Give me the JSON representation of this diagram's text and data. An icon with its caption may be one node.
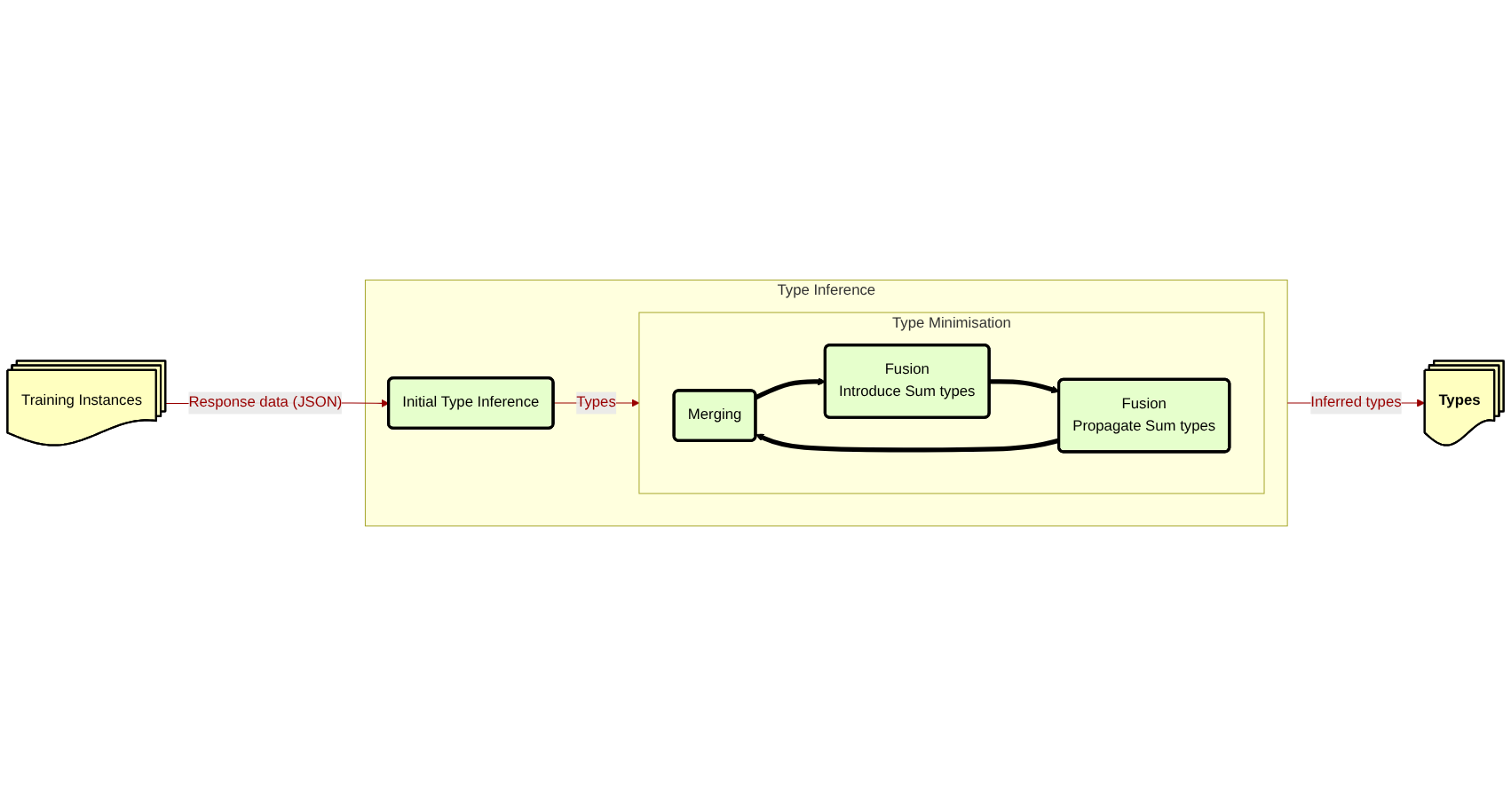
{
  "diagram": {
    "nodes": [
      {
        "text": [
          "Training Instances"
        ]
      },
      {
        "text": [
          "Type Inference"
        ]
      },
      {
        "text": [
          "Initial Type Inference"
        ],
        "in": 1
      },
      {
        "text": [
          "Type Minimisation"
        ],
        "in": 1
      },
      {
        "text": [
          "Merging"
        ],
        "in": 3
      },
      {
        "text": [
          "Fusion",
          "Introduce Sum types"
        ],
        "in": 3
      },
      {
        "text": [
          "Fusion",
          "Propagate Sum types"
        ],
        "in": 3
      },
      {
        "text": [
          "Types"
        ]
      }
    ],
    "edges": [
      {
        "from": 0,
        "to": 2,
        "arrow": "to",
        "label": "Response data (JSON)",
        "color": "#990000"
      },
      {
        "from": 2,
        "to": 3,
        "arrow": "to",
        "label": "Types",
        "color": "#990000"
      },
      {
        "from": 4,
        "to": 5,
        "arrow": "to",
        "style": "thick",
        "color": "#000000"
      },
      {
        "from": 5,
        "to": 6,
        "arrow": "to",
        "style": "thick",
        "color": "#000000"
      },
      {
        "from": 6,
        "to": 4,
        "arrow": "to",
        "style": "thick",
        "color": "#000000"
      },
      {
        "from": 1,
        "to": 7,
        "arrow": "to",
        "label": "Inferred types",
        "color": "#990000"
      }
    ]
  }
}
